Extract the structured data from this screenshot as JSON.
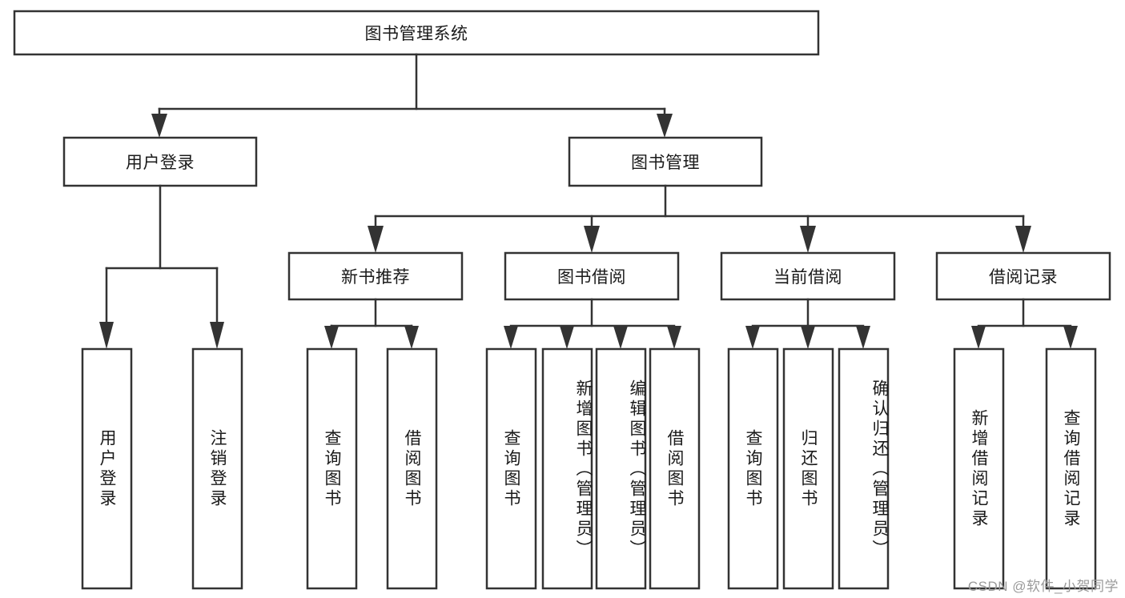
{
  "diagram": {
    "type": "tree",
    "title": "图书管理系统",
    "colors": {
      "box_fill": "#ffffff",
      "box_stroke": "#333333",
      "text": "#1a1a1a",
      "watermark": "#9a9a9a",
      "background": "#ffffff"
    },
    "root": {
      "label": "图书管理系统"
    },
    "level2": [
      {
        "label": "用户登录"
      },
      {
        "label": "图书管理"
      }
    ],
    "level3": [
      {
        "label": "新书推荐"
      },
      {
        "label": "图书借阅"
      },
      {
        "label": "当前借阅"
      },
      {
        "label": "借阅记录"
      }
    ],
    "leaves": {
      "user_login": [
        {
          "label": "用户登录"
        },
        {
          "label": "注销登录"
        }
      ],
      "new_book_recommend": [
        {
          "label": "查询图书"
        },
        {
          "label": "借阅图书"
        }
      ],
      "book_borrow": [
        {
          "label": "查询图书"
        },
        {
          "label": "新增图书（管理员）"
        },
        {
          "label": "编辑图书（管理员）"
        },
        {
          "label": "借阅图书"
        }
      ],
      "current_borrow": [
        {
          "label": "查询图书"
        },
        {
          "label": "归还图书"
        },
        {
          "label": "确认归还（管理员）"
        }
      ],
      "borrow_record": [
        {
          "label": "新增借阅记录"
        },
        {
          "label": "查询借阅记录"
        }
      ]
    }
  },
  "watermark": {
    "text": "CSDN @软件_小贺同学"
  }
}
